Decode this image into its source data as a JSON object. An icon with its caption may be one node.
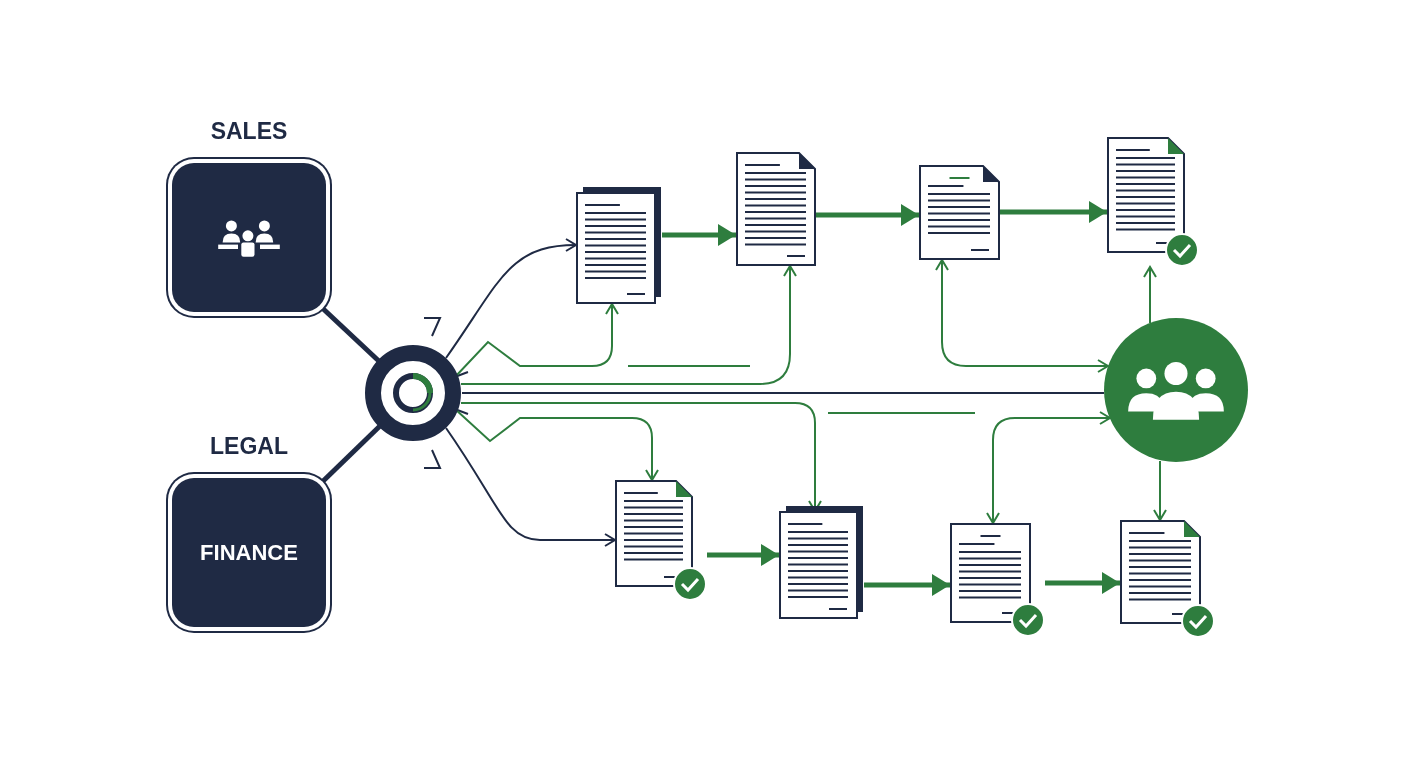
{
  "diagram": {
    "nodes": [
      {
        "text": [
          "SALES"
        ]
      },
      {
        "text": [
          "LEGAL",
          "FINANCE"
        ]
      },
      {
        "text": [],
        "shape": "circle"
      },
      {
        "text": [],
        "shape": "document"
      },
      {
        "text": [],
        "shape": "document"
      },
      {
        "text": [],
        "shape": "document"
      },
      {
        "text": [],
        "shape": "document"
      },
      {
        "text": [],
        "shape": "circle"
      },
      {
        "text": [],
        "shape": "document"
      },
      {
        "text": [],
        "shape": "document"
      },
      {
        "text": [],
        "shape": "document"
      },
      {
        "text": [],
        "shape": "document"
      }
    ],
    "edges": [
      {
        "from": 0,
        "to": 2,
        "arrow": "none",
        "style": "thick",
        "color": "#1f2a44"
      },
      {
        "from": 1,
        "to": 2,
        "arrow": "none",
        "style": "thick",
        "color": "#1f2a44"
      },
      {
        "from": 2,
        "to": 3,
        "arrow": "to",
        "color": "#1f2a44"
      },
      {
        "from": 2,
        "to": 8,
        "arrow": "to",
        "color": "#1f2a44"
      },
      {
        "from": 3,
        "to": 4,
        "arrow": "to",
        "style": "thick"
      },
      {
        "from": 4,
        "to": 5,
        "arrow": "to",
        "style": "thick"
      },
      {
        "from": 5,
        "to": 6,
        "arrow": "to",
        "style": "thick"
      },
      {
        "from": 8,
        "to": 9,
        "arrow": "to",
        "style": "thick"
      },
      {
        "from": 9,
        "to": 10,
        "arrow": "to",
        "style": "thick"
      },
      {
        "from": 10,
        "to": 11,
        "arrow": "to",
        "style": "thick"
      },
      {
        "from": 2,
        "to": 3,
        "arrow": "to"
      },
      {
        "from": 2,
        "to": 4,
        "arrow": "to"
      },
      {
        "from": 2,
        "to": 8,
        "arrow": "to"
      },
      {
        "from": 2,
        "to": 9,
        "arrow": "to"
      },
      {
        "from": 5,
        "to": 7,
        "arrow": "both"
      },
      {
        "from": 7,
        "to": 6,
        "arrow": "to"
      },
      {
        "from": 10,
        "to": 7,
        "arrow": "both"
      },
      {
        "from": 7,
        "to": 11,
        "arrow": "to"
      },
      {
        "from": 2,
        "to": 7,
        "arrow": "none",
        "color": "#1f2a44"
      }
    ]
  }
}
